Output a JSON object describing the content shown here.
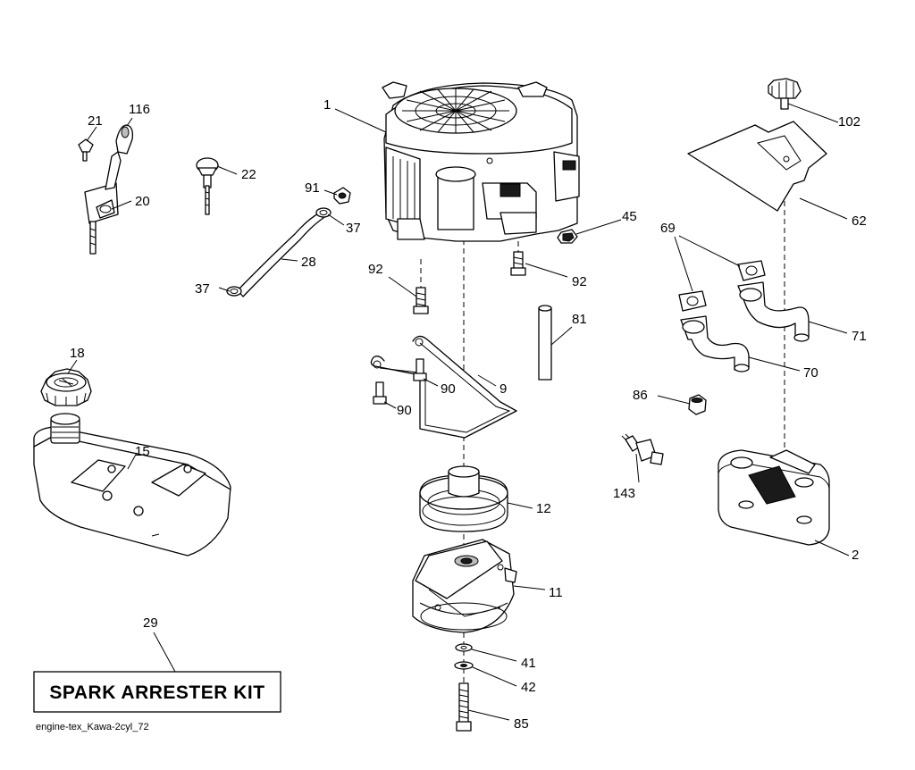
{
  "callouts": {
    "c1": "1",
    "c2": "2",
    "c9": "9",
    "c11": "11",
    "c12": "12",
    "c15": "15",
    "c18": "18",
    "c20": "20",
    "c21": "21",
    "c22": "22",
    "c28": "28",
    "c29": "29",
    "c37a": "37",
    "c37b": "37",
    "c41": "41",
    "c42": "42",
    "c45": "45",
    "c62": "62",
    "c69": "69",
    "c70": "70",
    "c71": "71",
    "c81": "81",
    "c85": "85",
    "c86": "86",
    "c90a": "90",
    "c90b": "90",
    "c91": "91",
    "c92a": "92",
    "c92b": "92",
    "c102": "102",
    "c116": "116",
    "c143": "143"
  },
  "kit_label": "SPARK ARRESTER KIT",
  "footnote": "engine-tex_Kawa-2cyl_72"
}
